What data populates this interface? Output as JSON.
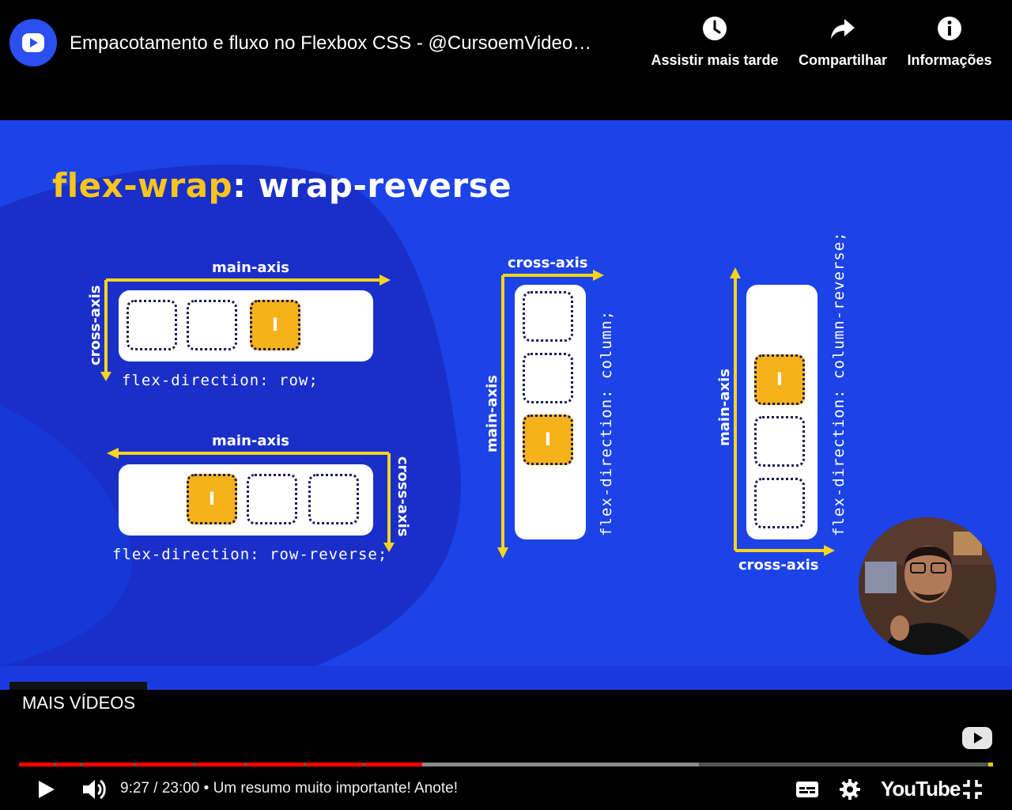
{
  "header": {
    "title": "Empacotamento e fluxo no Flexbox CSS - @CursoemVideo…",
    "actions": [
      {
        "label": "Assistir mais tarde",
        "icon": "clock-icon"
      },
      {
        "label": "Compartilhar",
        "icon": "share-icon"
      },
      {
        "label": "Informações",
        "icon": "info-icon"
      }
    ]
  },
  "slide": {
    "title_keyword": "flex-wrap",
    "title_value": ": wrap-reverse",
    "item_marker": "I",
    "diagrams": {
      "row": {
        "main_axis": "main-axis",
        "cross_axis": "cross-axis",
        "code": "flex-direction: row;"
      },
      "row_reverse": {
        "main_axis": "main-axis",
        "cross_axis": "cross-axis",
        "code": "flex-direction: row-reverse;"
      },
      "column": {
        "main_axis": "main-axis",
        "cross_axis": "cross-axis",
        "code": "flex-direction: column;"
      },
      "column_reverse": {
        "main_axis": "main-axis",
        "cross_axis": "cross-axis",
        "code": "flex-direction: column-reverse;"
      }
    }
  },
  "player": {
    "more_videos_label": "MAIS VÍDEOS",
    "time_current": "9:27",
    "time_total": "23:00",
    "chapter": "Um resumo muito importante! Anote!",
    "time_line": "9:27 / 23:00 • Um resumo muito importante! Anote!",
    "progress_played_fraction": 0.41,
    "brand": "YouTube",
    "colors": {
      "played": "#ff0000",
      "buffered": "#909090",
      "track": "#555555",
      "accent": "#1c43e8",
      "highlight": "#f8c51c"
    }
  }
}
